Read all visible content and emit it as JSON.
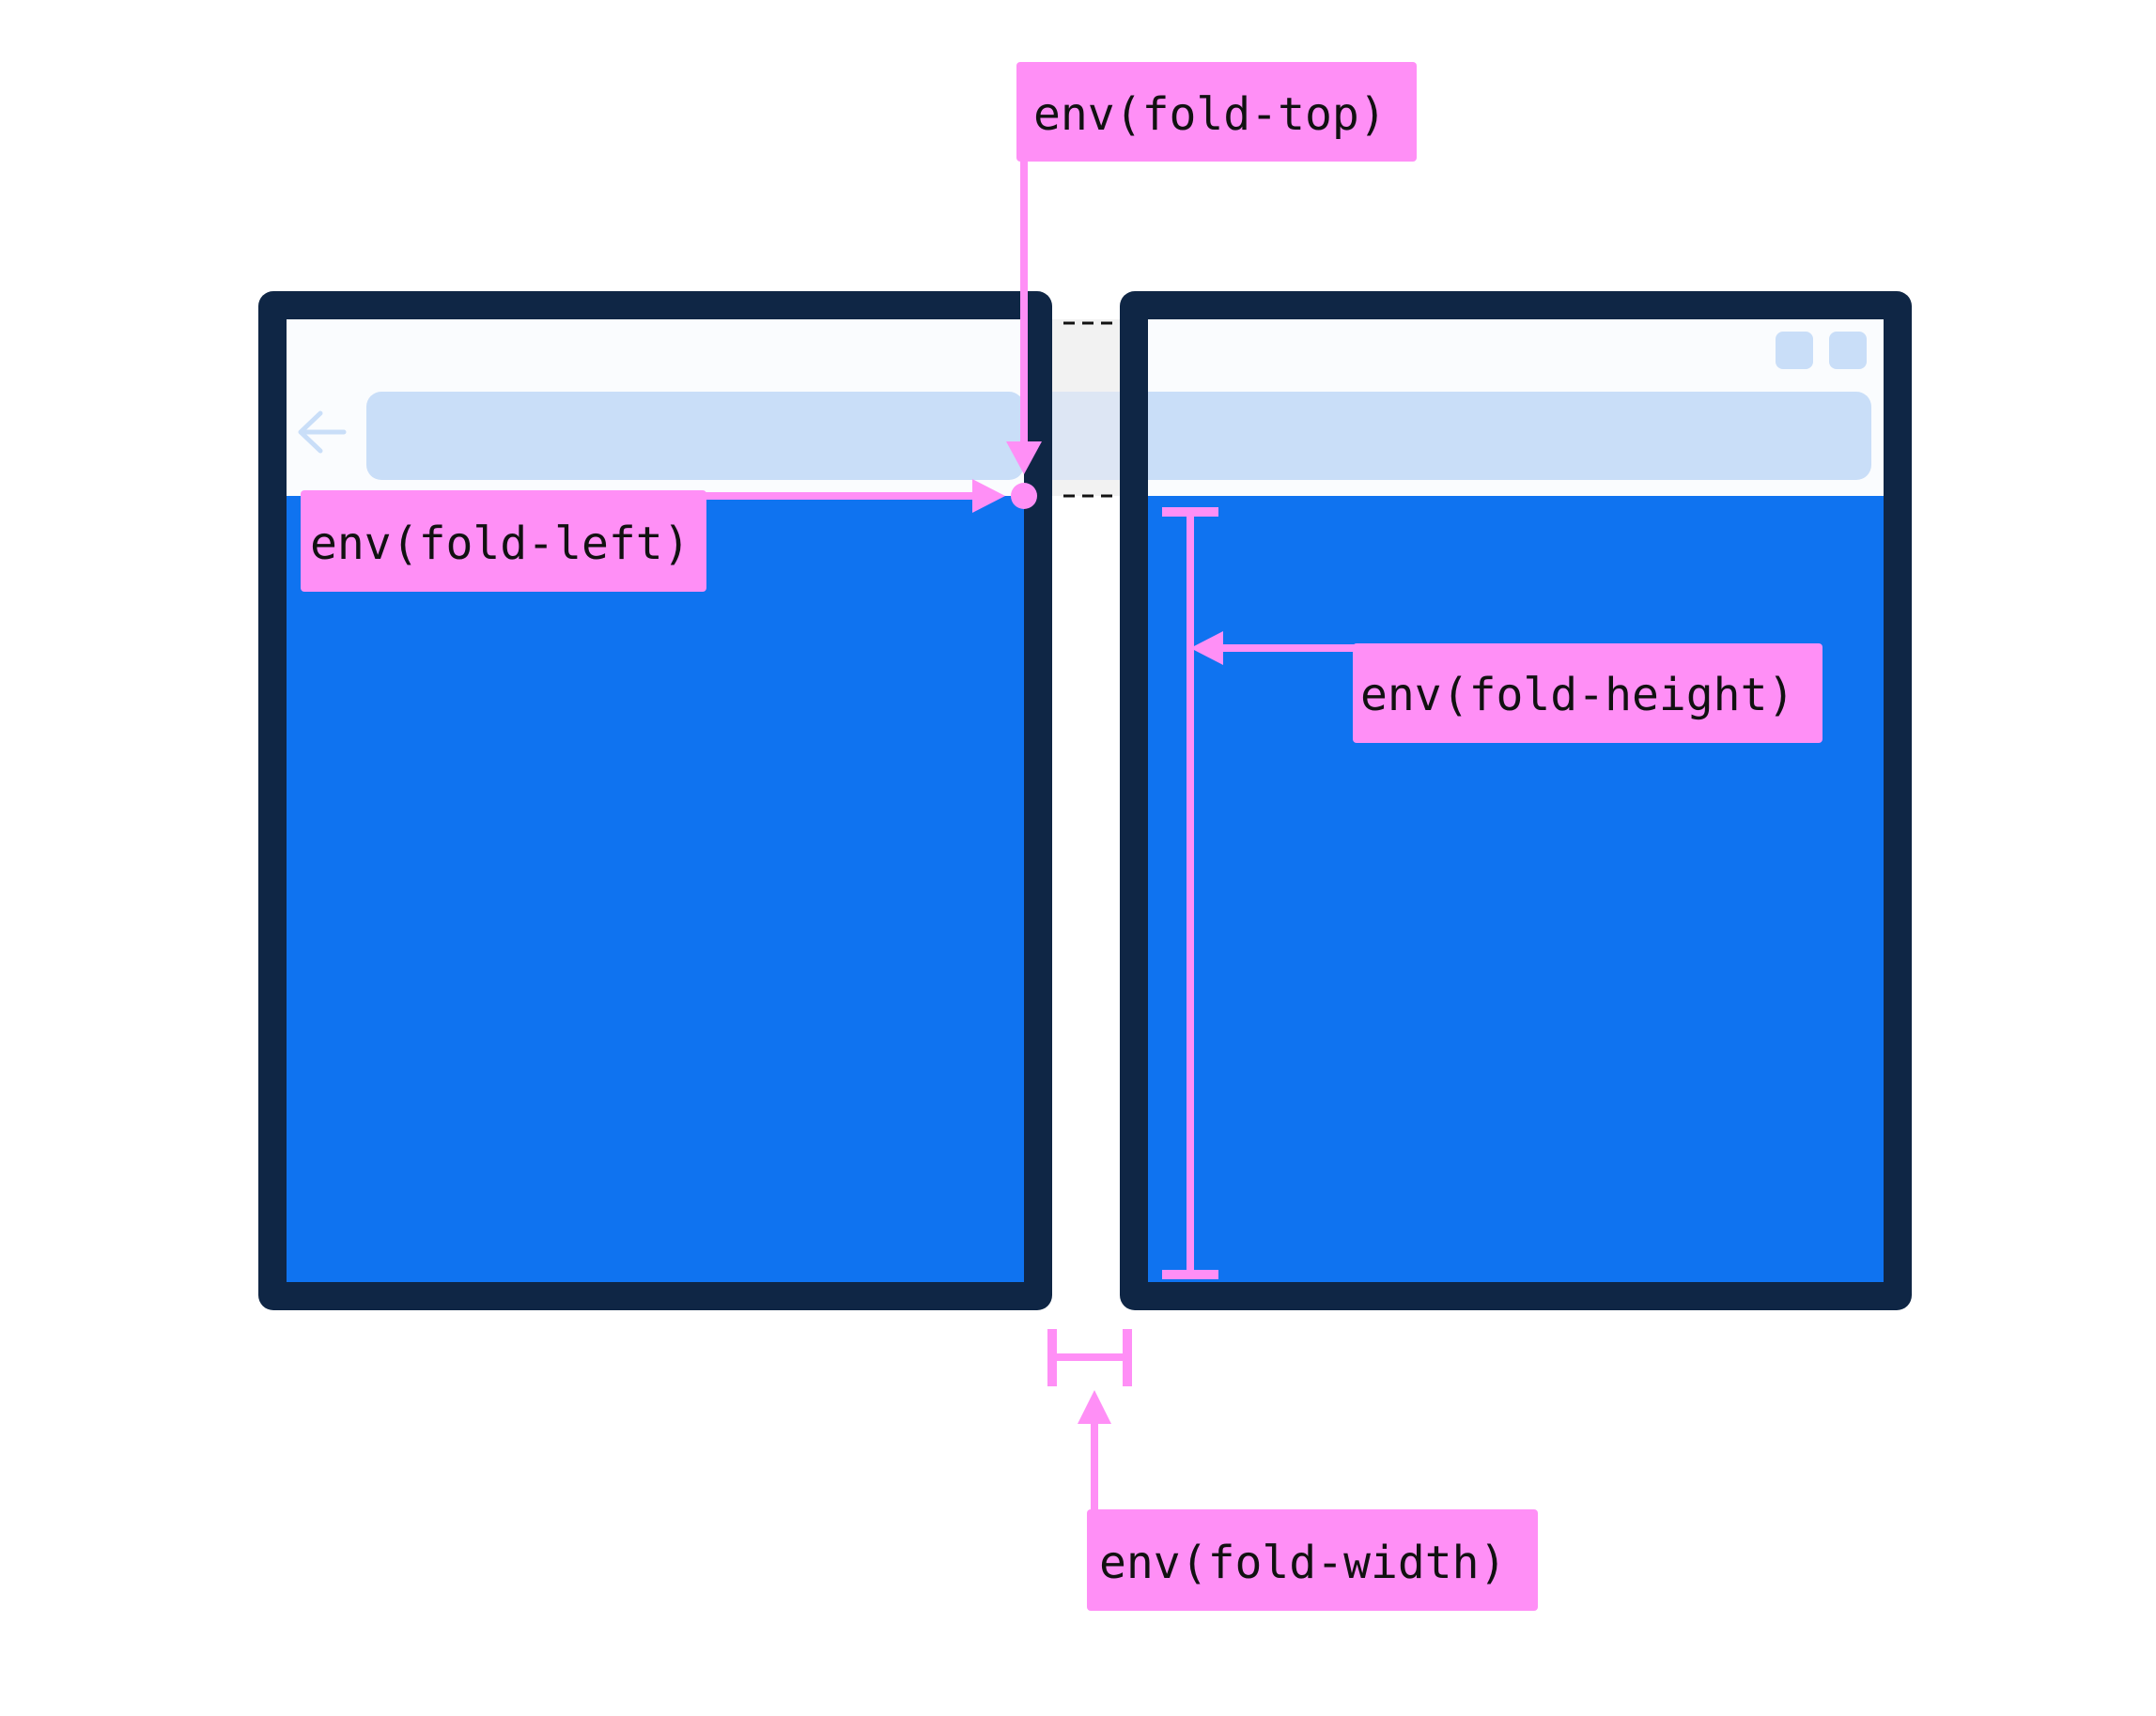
{
  "labels": {
    "fold_top": "env(fold-top)",
    "fold_left": "env(fold-left)",
    "fold_height": "env(fold-height)",
    "fold_width": "env(fold-width)"
  },
  "browser": {
    "back_icon": "back-arrow-icon",
    "window_controls": [
      "window-control-icon",
      "window-control-icon"
    ]
  },
  "colors": {
    "device_frame": "#0f2645",
    "content": "#0f73f0",
    "browser_chrome": "#fafcfe",
    "address_bar": "#c9def8",
    "fold_gap": "#f2f2f2",
    "annotation": "#ff8ff6"
  }
}
